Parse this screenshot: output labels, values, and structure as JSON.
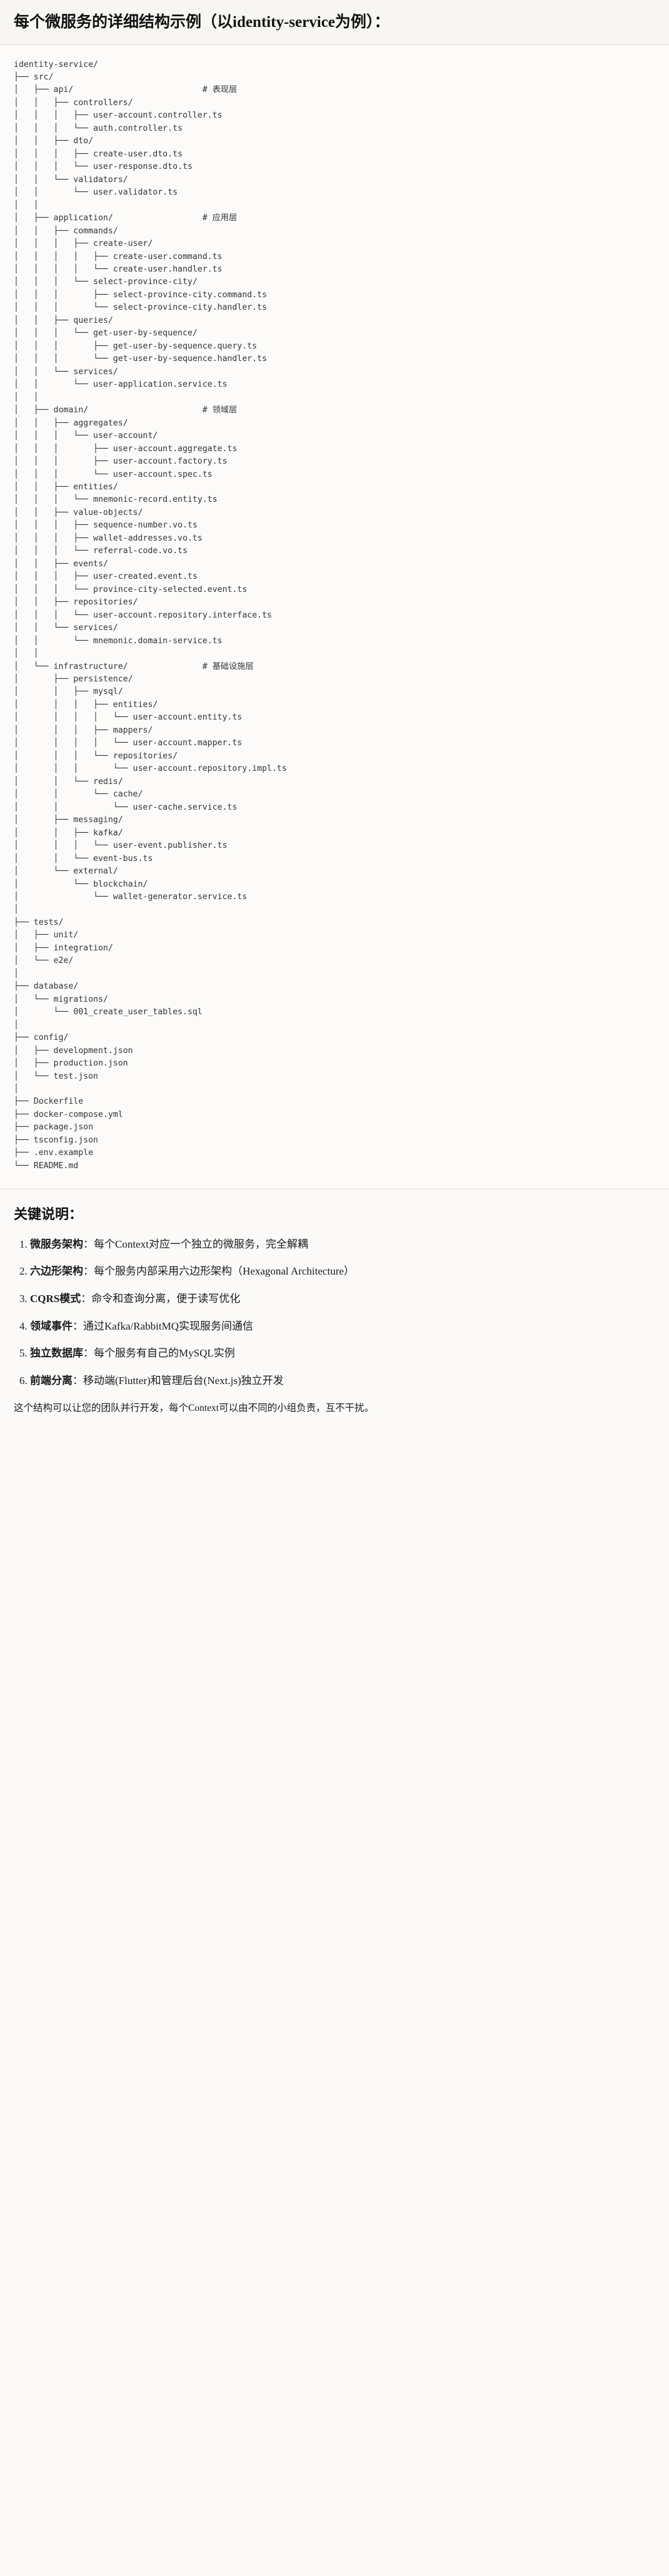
{
  "header": {
    "title": "每个微服务的详细结构示例（以identity-service为例）："
  },
  "tree": {
    "root": "identity-service/",
    "comments": {
      "api": "# 表现层",
      "application": "# 应用层",
      "domain": "# 领域层",
      "infrastructure": "# 基础设施层"
    },
    "text": "identity-service/\n├── src/\n│   ├── api/                          # 表现层\n│   │   ├── controllers/\n│   │   │   ├── user-account.controller.ts\n│   │   │   └── auth.controller.ts\n│   │   ├── dto/\n│   │   │   ├── create-user.dto.ts\n│   │   │   └── user-response.dto.ts\n│   │   └── validators/\n│   │       └── user.validator.ts\n│   │\n│   ├── application/                  # 应用层\n│   │   ├── commands/\n│   │   │   ├── create-user/\n│   │   │   │   ├── create-user.command.ts\n│   │   │   │   └── create-user.handler.ts\n│   │   │   └── select-province-city/\n│   │   │       ├── select-province-city.command.ts\n│   │   │       └── select-province-city.handler.ts\n│   │   ├── queries/\n│   │   │   └── get-user-by-sequence/\n│   │   │       ├── get-user-by-sequence.query.ts\n│   │   │       └── get-user-by-sequence.handler.ts\n│   │   └── services/\n│   │       └── user-application.service.ts\n│   │\n│   ├── domain/                       # 领域层\n│   │   ├── aggregates/\n│   │   │   └── user-account/\n│   │   │       ├── user-account.aggregate.ts\n│   │   │       ├── user-account.factory.ts\n│   │   │       └── user-account.spec.ts\n│   │   ├── entities/\n│   │   │   └── mnemonic-record.entity.ts\n│   │   ├── value-objects/\n│   │   │   ├── sequence-number.vo.ts\n│   │   │   ├── wallet-addresses.vo.ts\n│   │   │   └── referral-code.vo.ts\n│   │   ├── events/\n│   │   │   ├── user-created.event.ts\n│   │   │   └── province-city-selected.event.ts\n│   │   ├── repositories/\n│   │   │   └── user-account.repository.interface.ts\n│   │   └── services/\n│   │       └── mnemonic.domain-service.ts\n│   │\n│   └── infrastructure/               # 基础设施层\n│       ├── persistence/\n│       │   ├── mysql/\n│       │   │   ├── entities/\n│       │   │   │   └── user-account.entity.ts\n│       │   │   ├── mappers/\n│       │   │   │   └── user-account.mapper.ts\n│       │   │   └── repositories/\n│       │   │       └── user-account.repository.impl.ts\n│       │   └── redis/\n│       │       └── cache/\n│       │           └── user-cache.service.ts\n│       ├── messaging/\n│       │   ├── kafka/\n│       │   │   └── user-event.publisher.ts\n│       │   └── event-bus.ts\n│       └── external/\n│           └── blockchain/\n│               └── wallet-generator.service.ts\n│\n├── tests/\n│   ├── unit/\n│   ├── integration/\n│   └── e2e/\n│\n├── database/\n│   └── migrations/\n│       └── 001_create_user_tables.sql\n│\n├── config/\n│   ├── development.json\n│   ├── production.json\n│   └── test.json\n│\n├── Dockerfile\n├── docker-compose.yml\n├── package.json\n├── tsconfig.json\n├── .env.example\n└── README.md"
  },
  "notes": {
    "heading": "关键说明：",
    "items": [
      {
        "term": "微服务架构",
        "desc": "：每个Context对应一个独立的微服务，完全解耦"
      },
      {
        "term": "六边形架构",
        "desc": "：每个服务内部采用六边形架构（Hexagonal Architecture）"
      },
      {
        "term": "CQRS模式",
        "desc": "：命令和查询分离，便于读写优化"
      },
      {
        "term": "领域事件",
        "desc": "：通过Kafka/RabbitMQ实现服务间通信"
      },
      {
        "term": "独立数据库",
        "desc": "：每个服务有自己的MySQL实例"
      },
      {
        "term": "前端分离",
        "desc": "：移动端(Flutter)和管理后台(Next.js)独立开发"
      }
    ],
    "closing": "这个结构可以让您的团队并行开发，每个Context可以由不同的小组负责，互不干扰。"
  },
  "colors": {
    "page_bg": "#fbfaf8",
    "header_bg": "#f7f6f2",
    "divider": "#e2e0da",
    "code_text": "#2f343a",
    "text": "#1b1b1b"
  }
}
